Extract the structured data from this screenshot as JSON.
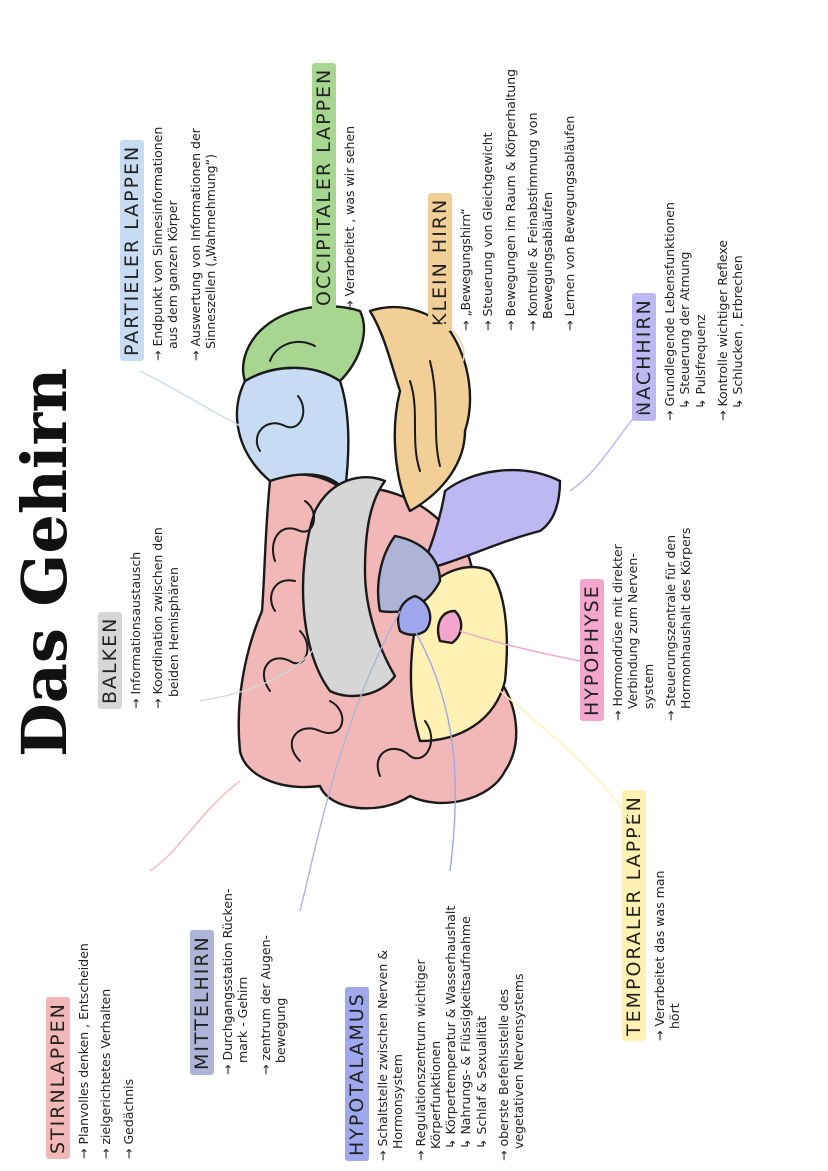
{
  "title": "Das Gehirn",
  "colors": {
    "stirnlappen": "#f2b8b8",
    "partieler": "#c7dcf3",
    "occipitaler": "#a6d68f",
    "kleinhirn": "#f1cf97",
    "nachhirn": "#bdb7f2",
    "hypophyse": "#f3a6cc",
    "temporaler": "#fff0b3",
    "mittelhirn": "#aeb4d6",
    "hypotalamus": "#9fa8ec",
    "balken": "#d6d6d6"
  },
  "regions": {
    "stirnlappen": {
      "label": "STIRNLAPPEN",
      "points": [
        "Planvolles denken , Entscheiden",
        "zielgerichtetes Verhalten",
        "Gedächnis"
      ]
    },
    "mittelhirn": {
      "label": "MITTELHIRN",
      "points": [
        "Durchgangsstation Rücken-\nmark - Gehirn",
        "zentrum der Augen-\nbewegung"
      ]
    },
    "hypotalamus": {
      "label": "HYPOTALAMUS",
      "points": [
        "Schaltstelle zwischen Nerven &\nHormonsystem",
        "Regulationszentrum wichtiger\nKörperfunktionen\n↳ Körpertemperatur & Wasserhaushalt\n↳ Nahrungs- & Flüssigkeitsaufnahme\n↳ Schlaf & Sexualität",
        "oberste Befehlsstelle des\nvegetativen Nervensystems"
      ]
    },
    "temporaler": {
      "label": "TEMPORALER LAPPEN",
      "points": [
        "Verarbeitet das was man\nhört"
      ]
    },
    "balken": {
      "label": "BALKEN",
      "points": [
        "Informationsaustausch",
        "Koordination zwischen den\nbeiden Hemisphären"
      ]
    },
    "hypophyse": {
      "label": "HYPOPHYSE",
      "points": [
        "Hormondrüse mit direkter\nVerbindung zum Nerven-\nsystem",
        "Steuerungszentrale für den\nHormonhaushalt des Körpers"
      ]
    },
    "partieler": {
      "label": "PARTIELER LAPPEN",
      "points": [
        "Endpunkt von Sinnesinformationen\naus dem ganzen Körper",
        "Auswertung von Informationen der\nSinneszellen („Wahrnehmung“)"
      ]
    },
    "occipitaler": {
      "label": "OCCIPITALER LAPPEN",
      "points": [
        "Verarbeitet , was wir sehen"
      ]
    },
    "kleinhirn": {
      "label": "KLEIN HIRN",
      "points": [
        "„Bewegungshirn“",
        "Steuerung von Gleichgewicht",
        "Bewegungen im Raum & Körperhaltung",
        "Kontrolle & Feinabstimmung von\nBewegungsabläufen",
        "Lernen von Bewegungsabläufen"
      ]
    },
    "nachhirn": {
      "label": "NACHHIRN",
      "points": [
        "Grundlegende Lebensfunktionen\n↳ Steuerung der Atmung\n↳ Pulsfrequenz",
        "Kontrolle wichtiger Reflexe\n↳ Schlucken , Erbrechen"
      ]
    }
  }
}
